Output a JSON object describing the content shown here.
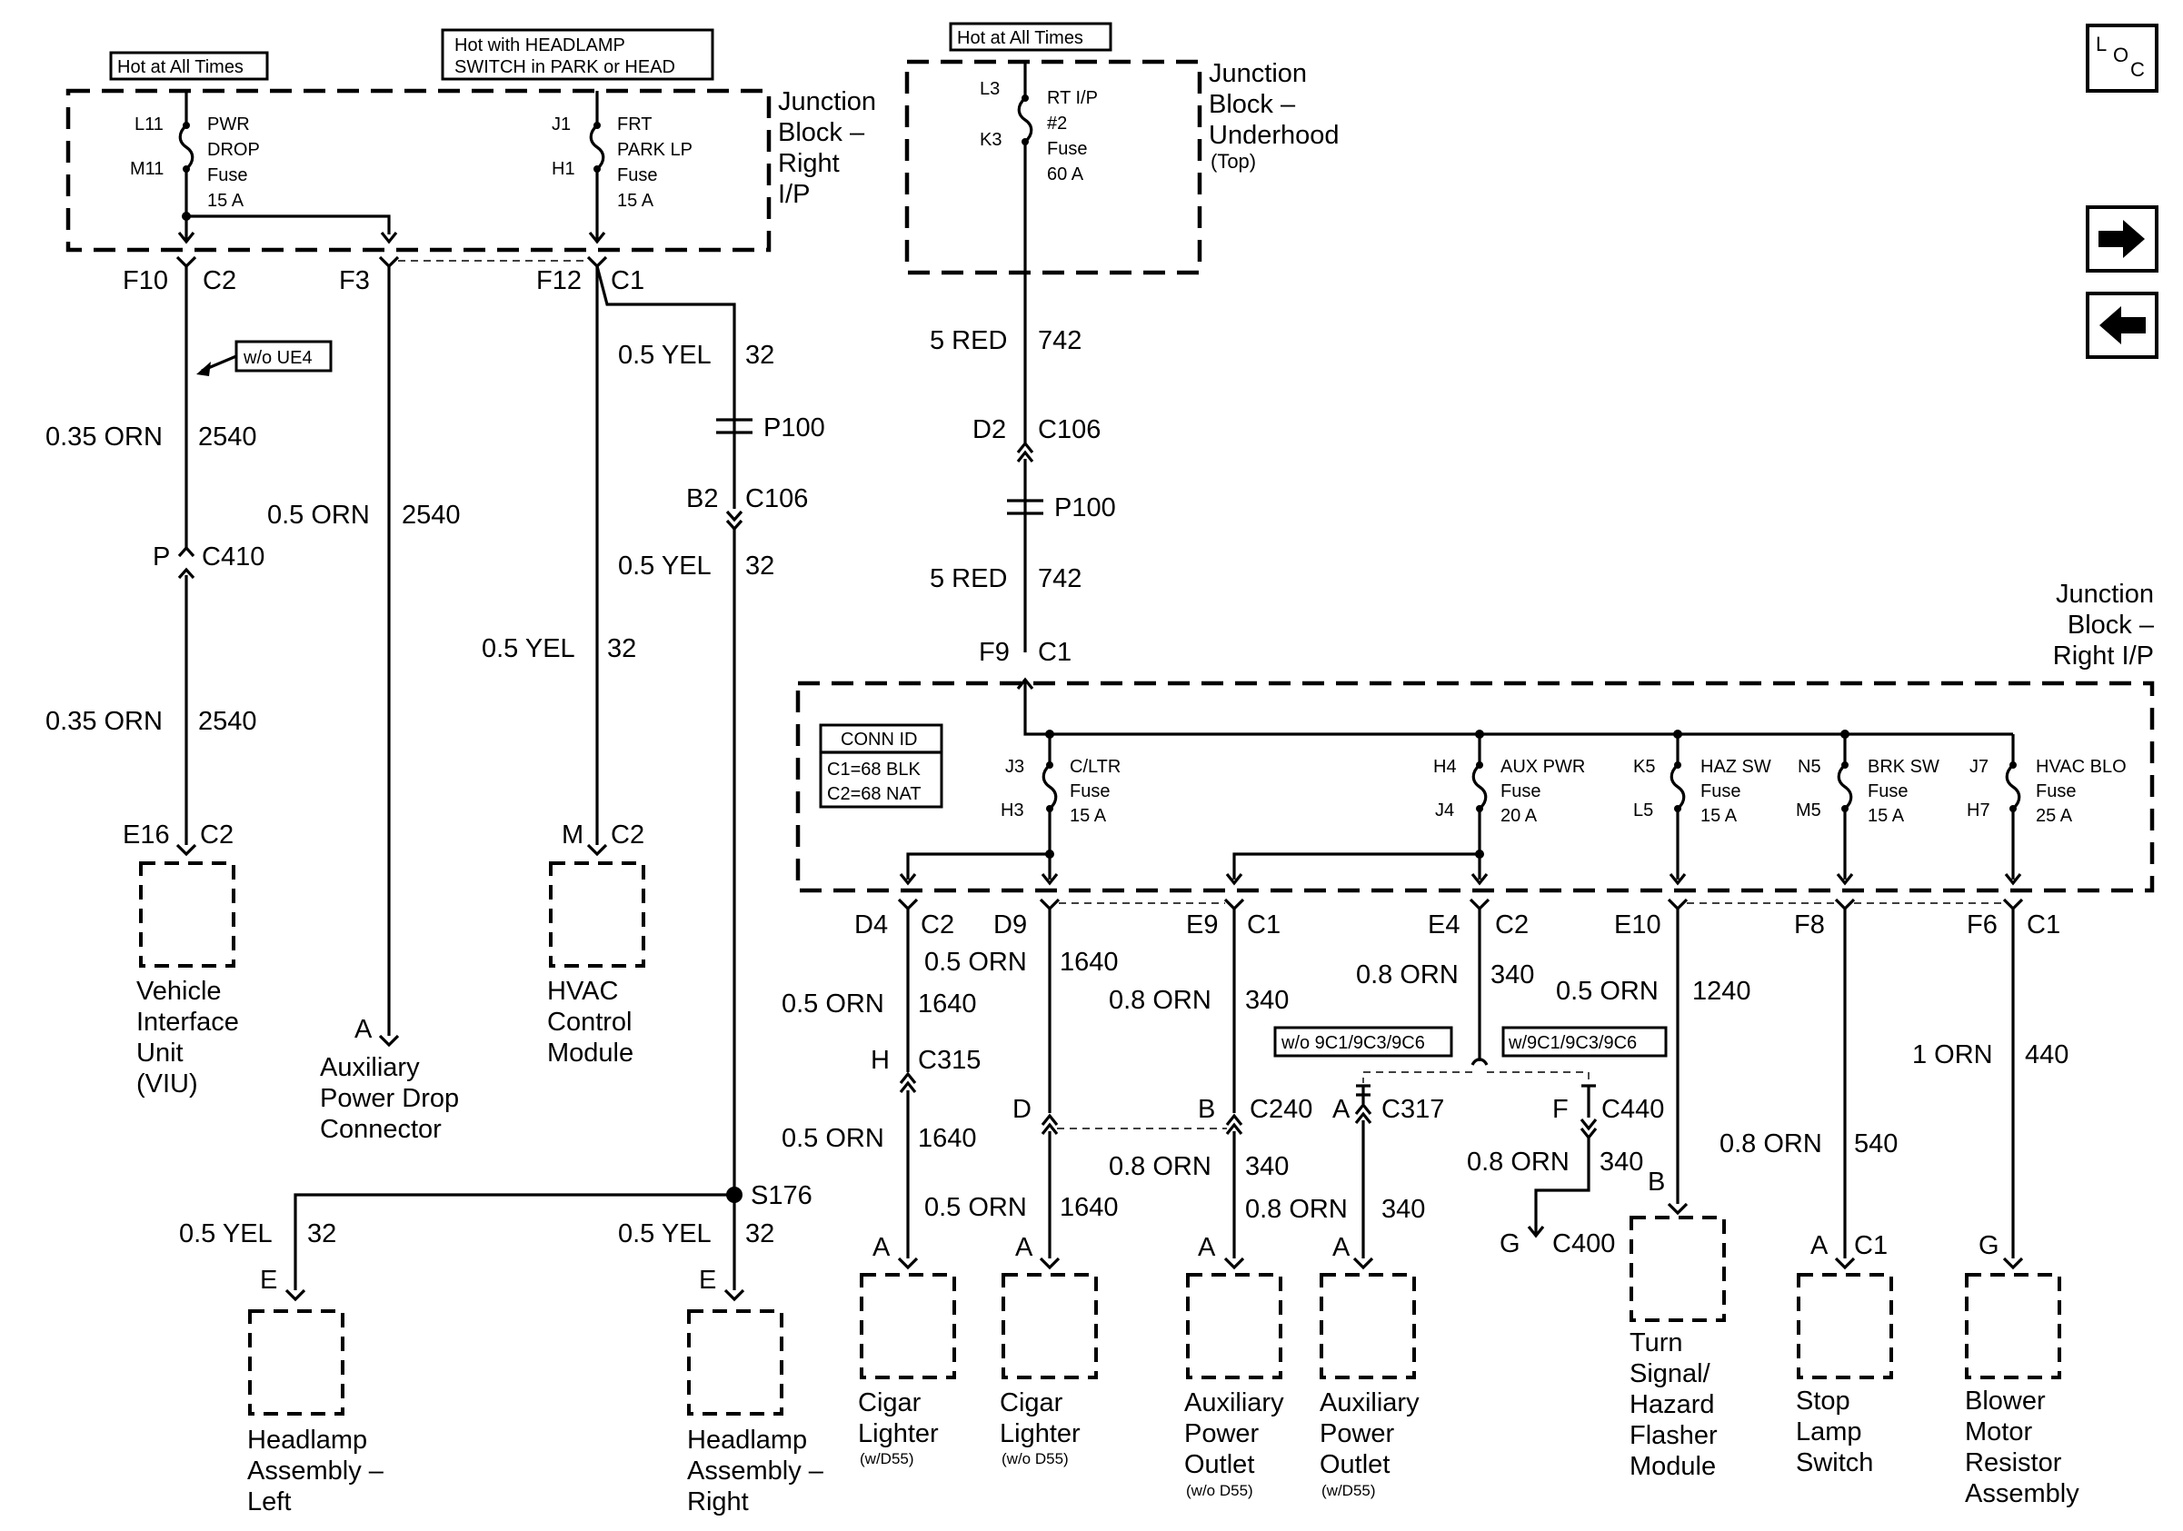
{
  "top_left": {
    "hot_at_all_times": "Hot at All Times",
    "hot_headlamp_line1": "Hot with HEADLAMP",
    "hot_headlamp_line2": "SWITCH in PARK or HEAD",
    "junction_block_lines": [
      "Junction",
      "Block –",
      "Right",
      "I/P"
    ],
    "pwr_drop_fuse": {
      "top_pin": "L11",
      "bottom_pin": "M11",
      "lines": [
        "PWR",
        "DROP",
        "Fuse",
        "15 A"
      ]
    },
    "frt_park_fuse": {
      "top_pin": "J1",
      "bottom_pin": "H1",
      "lines": [
        "FRT",
        "PARK LP",
        "Fuse",
        "15 A"
      ]
    }
  },
  "top_mid": {
    "hot_at_all_times": "Hot at All Times",
    "fuse": {
      "top_pin": "L3",
      "bottom_pin": "K3",
      "lines": [
        "RT I/P",
        "#2",
        "Fuse",
        "60 A"
      ]
    },
    "junction_block_lines": [
      "Junction",
      "Block –",
      "Underhood"
    ],
    "junction_block_note": "(Top)"
  },
  "right_block": {
    "title_lines": [
      "Junction",
      "Block –",
      "Right I/P"
    ],
    "conn_id": {
      "title": "CONN ID",
      "c1": "C1=68 BLK",
      "c2": "C2=68 NAT"
    },
    "fuses": [
      {
        "top_pin": "J3",
        "bottom_pin": "H3",
        "lines": [
          "C/LTR",
          "Fuse",
          "15 A"
        ]
      },
      {
        "top_pin": "H4",
        "bottom_pin": "J4",
        "lines": [
          "AUX PWR",
          "Fuse",
          "20 A"
        ]
      },
      {
        "top_pin": "K5",
        "bottom_pin": "L5",
        "lines": [
          "HAZ SW",
          "Fuse",
          "15 A"
        ]
      },
      {
        "top_pin": "N5",
        "bottom_pin": "M5",
        "lines": [
          "BRK SW",
          "Fuse",
          "15 A"
        ]
      },
      {
        "top_pin": "J7",
        "bottom_pin": "H7",
        "lines": [
          "HVAC BLO",
          "Fuse",
          "25 A"
        ]
      }
    ]
  },
  "connectors": {
    "f10": "F10",
    "c2": "C2",
    "f3": "F3",
    "f12": "F12",
    "c1": "C1",
    "p": "P",
    "c410": "C410",
    "e16": "E16",
    "m": "M",
    "a": "A",
    "p100": "P100",
    "b2": "B2",
    "c106": "C106",
    "d2": "D2",
    "f9": "F9",
    "s176": "S176",
    "e": "E",
    "d4": "D4",
    "d9": "D9",
    "e9": "E9",
    "e4": "E4",
    "e10": "E10",
    "f8": "F8",
    "f6": "F6",
    "h": "H",
    "c315": "C315",
    "d": "D",
    "b": "B",
    "c240": "C240",
    "c317": "C317",
    "f": "F",
    "c440": "C440",
    "g": "G",
    "c400": "C400"
  },
  "wires": {
    "orn035": "0.35 ORN",
    "c2540": "2540",
    "orn05": "0.5 ORN",
    "yel05": "0.5 YEL",
    "c32": "32",
    "red5": "5 RED",
    "c742": "742",
    "c1640": "1640",
    "orn08": "0.8 ORN",
    "c340": "340",
    "c1240": "1240",
    "c540": "540",
    "orn1": "1 ORN",
    "c440w": "440"
  },
  "options": {
    "wo_ue4": "w/o UE4",
    "wo_9c": "w/o 9C1/9C3/9C6",
    "w_9c": "w/9C1/9C3/9C6"
  },
  "components": {
    "viu": [
      "Vehicle",
      "Interface",
      "Unit",
      "(VIU)"
    ],
    "aux_drop": [
      "Auxiliary",
      "Power Drop",
      "Connector"
    ],
    "hvac_ctrl": [
      "HVAC",
      "Control",
      "Module"
    ],
    "headlamp_left": [
      "Headlamp",
      "Assembly –",
      "Left"
    ],
    "headlamp_right": [
      "Headlamp",
      "Assembly –",
      "Right"
    ],
    "cigar1": [
      "Cigar",
      "Lighter"
    ],
    "cigar1_note": "(w/D55)",
    "cigar2": [
      "Cigar",
      "Lighter"
    ],
    "cigar2_note": "(w/o D55)",
    "aux_outlet1": [
      "Auxiliary",
      "Power",
      "Outlet"
    ],
    "aux_outlet1_note": "(w/o D55)",
    "aux_outlet2": [
      "Auxiliary",
      "Power",
      "Outlet"
    ],
    "aux_outlet2_note": "(w/D55)",
    "turn_signal": [
      "Turn",
      "Signal/",
      "Hazard",
      "Flasher",
      "Module"
    ],
    "stop_lamp": [
      "Stop",
      "Lamp",
      "Switch"
    ],
    "blower": [
      "Blower",
      "Motor",
      "Resistor",
      "Assembly"
    ]
  },
  "nav": {
    "loc_l": "L",
    "loc_o": "O",
    "loc_c": "C",
    "next_icon": "right-arrow-icon",
    "prev_icon": "left-arrow-icon"
  }
}
